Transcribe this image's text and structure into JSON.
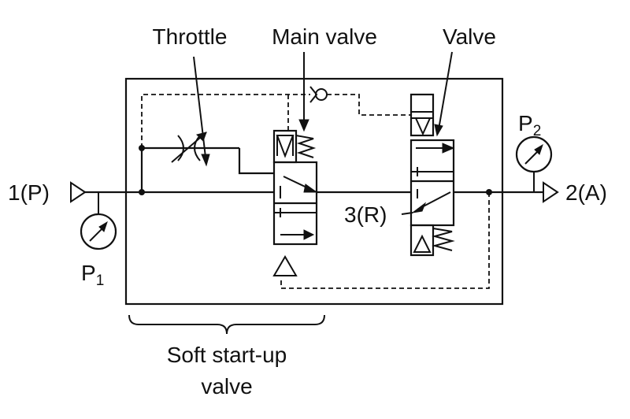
{
  "labels": {
    "throttle": "Throttle",
    "main_valve": "Main valve",
    "valve": "Valve",
    "port_p": "1(P)",
    "port_a": "2(A)",
    "port_r": "3(R)",
    "gauge_p1_letter": "P",
    "gauge_p1_sub": "1",
    "gauge_p2_letter": "P",
    "gauge_p2_sub": "2",
    "bracket_line1": "Soft start-up",
    "bracket_line2": "valve"
  }
}
